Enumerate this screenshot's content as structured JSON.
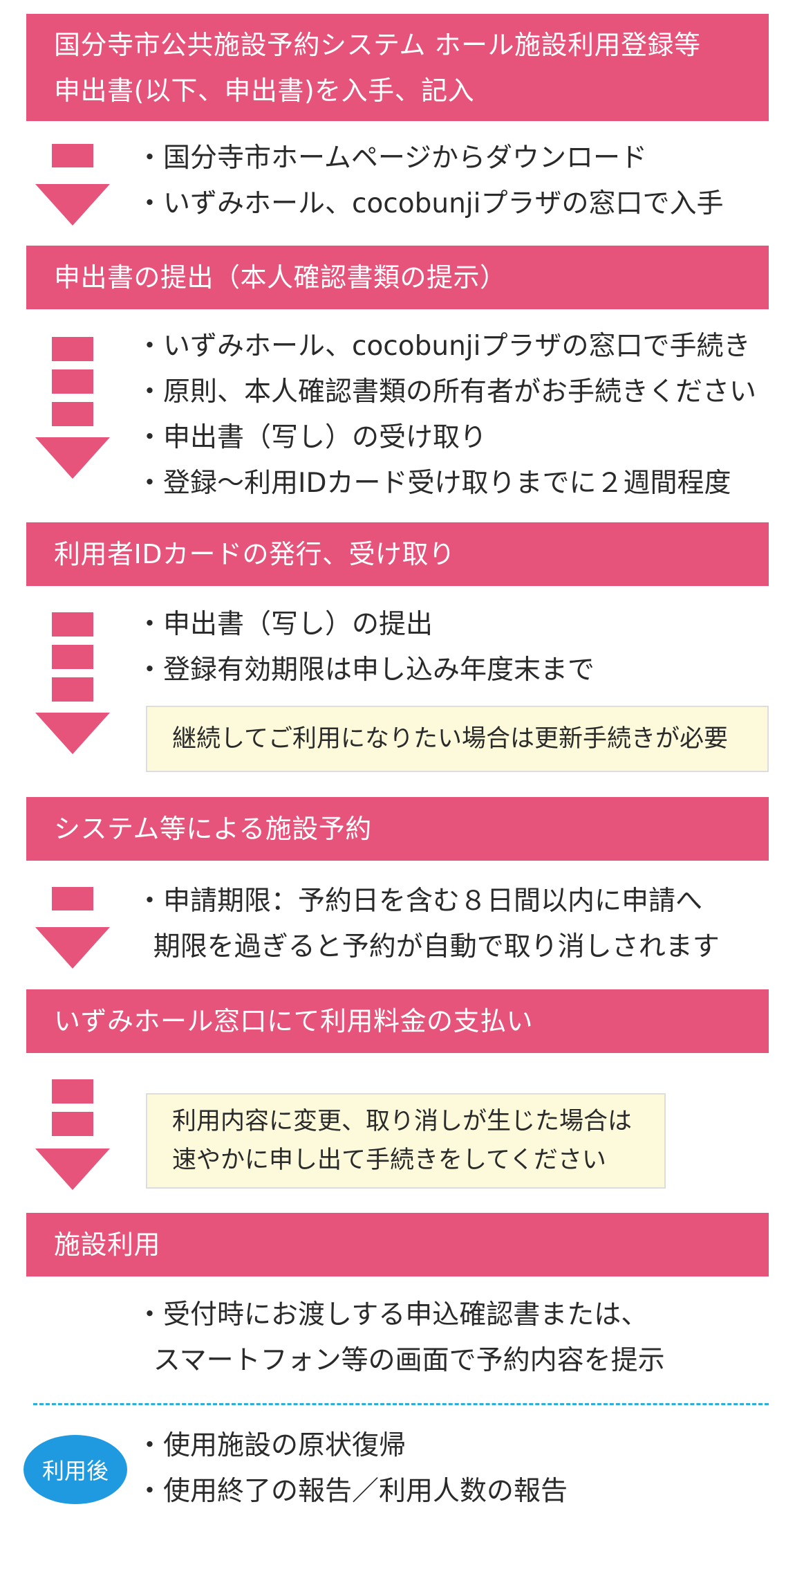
{
  "steps": [
    {
      "title": [
        "国分寺市公共施設予約システム ホール施設利用登録等",
        "申出書(以下、申出書)を入手、記入"
      ],
      "items": [
        "・国分寺市ホームページからダウンロード",
        "・いずみホール、cocobunjiプラザの窓口で入手"
      ],
      "note": []
    },
    {
      "title": [
        "申出書の提出（本人確認書類の提示）"
      ],
      "items": [
        "・いずみホール、cocobunjiプラザの窓口で手続き",
        "・原則、本人確認書類の所有者がお手続きください",
        "・申出書（写し）の受け取り",
        "・登録〜利用IDカード受け取りまでに２週間程度"
      ],
      "note": []
    },
    {
      "title": [
        "利用者IDカードの発行、受け取り"
      ],
      "items": [
        "・申出書（写し）の提出",
        "・登録有効期限は申し込み年度末まで"
      ],
      "note": [
        "継続してご利用になりたい場合は更新手続きが必要"
      ]
    },
    {
      "title": [
        "システム等による施設予約"
      ],
      "items": [
        "・申請期限：予約日を含む８日間以内に申請へ",
        "  期限を過ぎると予約が自動で取り消しされます"
      ],
      "note": []
    },
    {
      "title": [
        "いずみホール窓口にて利用料金の支払い"
      ],
      "items": [],
      "note": [
        "利用内容に変更、取り消しが生じた場合は",
        "速やかに申し出て手続きをしてください"
      ]
    },
    {
      "title": [
        "施設利用"
      ],
      "items": [
        "・受付時にお渡しする申込確認書または、",
        "  スマートフォン等の画面で予約内容を提示"
      ],
      "note": []
    }
  ],
  "after_use": {
    "badge": "利用後",
    "items": [
      "・使用施設の原状復帰",
      "・使用終了の報告／利用人数の報告"
    ]
  },
  "colors": {
    "bar": "#e6547b",
    "arrow": "#e6547b",
    "note_bg": "#fdfadb",
    "divider": "#2ab0d8",
    "badge": "#1f9ae0"
  }
}
